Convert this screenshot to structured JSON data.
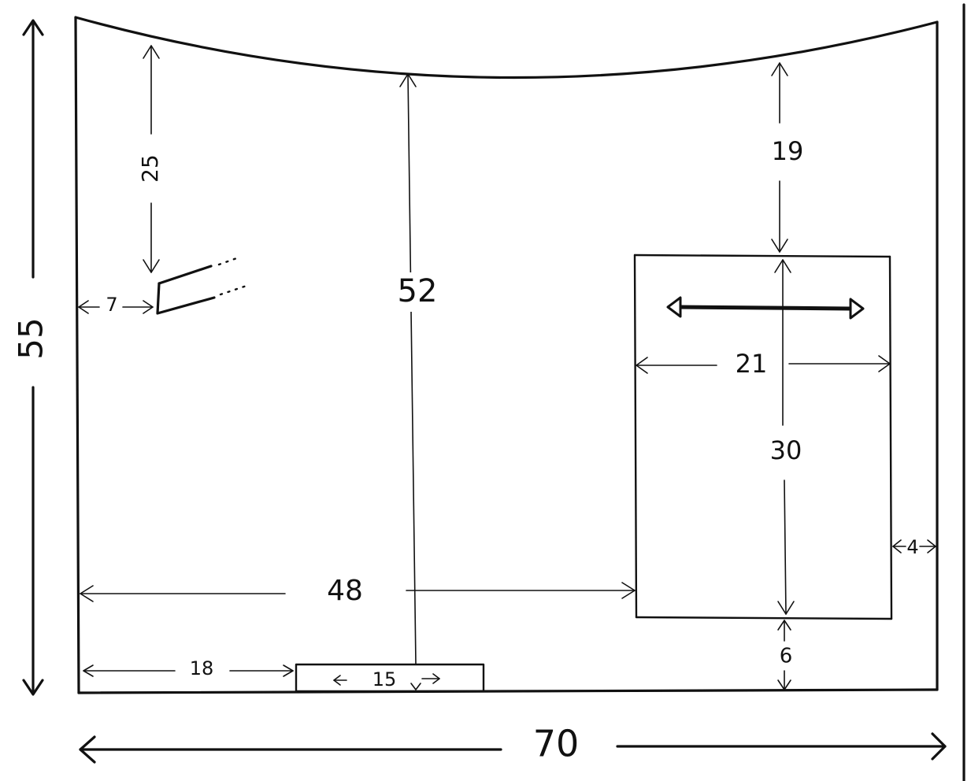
{
  "diagram": {
    "panel": {
      "width": "70",
      "height": "55",
      "center_height": "52"
    },
    "slot": {
      "left_offset": "7",
      "top_offset": "25"
    },
    "door": {
      "width": "21",
      "height": "30",
      "top_offset": "19",
      "right_offset": "4",
      "bottom_offset": "6",
      "left_offset": "48"
    },
    "base_notch": {
      "left_offset": "18",
      "width": "15"
    }
  },
  "colors": {
    "ink": "#111111",
    "paper": "#ffffff"
  }
}
